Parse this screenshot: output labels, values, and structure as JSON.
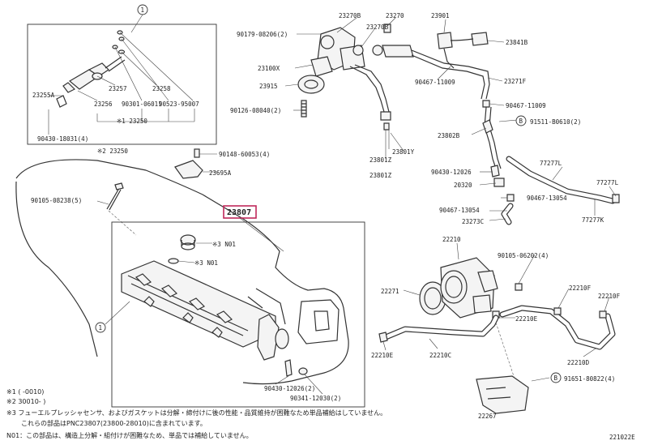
{
  "boxed_part": "23807",
  "callout_marker": "1",
  "labels": {
    "p_23270B": "23270B",
    "p_23270": "23270",
    "p_23901": "23901",
    "p_23841B": "23841B",
    "p_90179": "90179-08206(2)",
    "p_23270B_2": "23270B",
    "p_23100X": "23100X",
    "p_23915": "23915",
    "p_90467_11009a": "90467-11009",
    "p_23271F": "23271F",
    "p_90126": "90126-08040(2)",
    "p_90467_11009b": "90467-11009",
    "p_91511": "91511-B0610(2)",
    "p_23802B": "23802B",
    "p_23801Y": "23801Y",
    "p_23801Z_a": "23801Z",
    "p_23801Z_b": "23801Z",
    "p_77277L": "77277L",
    "p_77277L_2": "77277L",
    "p_90430_12026a": "90430-12026",
    "p_20320": "20320",
    "p_90467_13054a": "90467-13054",
    "p_90467_13054b": "90467-13054",
    "p_23273C": "23273C",
    "p_77277K": "77277K",
    "p_23255A": "23255A",
    "p_23257": "23257",
    "p_23258": "23258",
    "p_23256": "23256",
    "p_90301": "90301-06011",
    "p_90523": "90523-95007",
    "p_23250_note": "※1 23250",
    "p_90430_18031": "90430-18031(4)",
    "p_23250_2": "※2 23250",
    "p_90148": "90148-60053(4)",
    "p_23695A": "23695A",
    "p_90105_08238": "90105-08238(5)",
    "p_N01a": "※3 N01",
    "p_N01b": "※3 N01",
    "p_22210": "22210",
    "p_90105_06202": "90105-06202(4)",
    "p_22271": "22271",
    "p_22210F_a": "22210F",
    "p_22210F_b": "22210F",
    "p_22210E_a": "22210E",
    "p_22210E_b": "22210E",
    "p_22210C": "22210C",
    "p_22210D": "22210D",
    "p_91651": "91651-80822(4)",
    "p_22267": "22267",
    "p_90430_12026b": "90430-12026(2)",
    "p_90341": "90341-12030(2)",
    "diagram_code": "221022E"
  },
  "circle_B": "B",
  "footnotes": [
    "※1 (      -0010)",
    "※2 30010-      )",
    "※3 フューエルプレッシャセンサ、およびガスケットは分解・締付けに後の性能・品質維持が困難なため単品補給はしていません。",
    "これらの部品はPNC23807(23800-28010)に含まれています。",
    "N01：この部品は、構造上分解・組付けが困難なため、単品では補給していません。"
  ]
}
